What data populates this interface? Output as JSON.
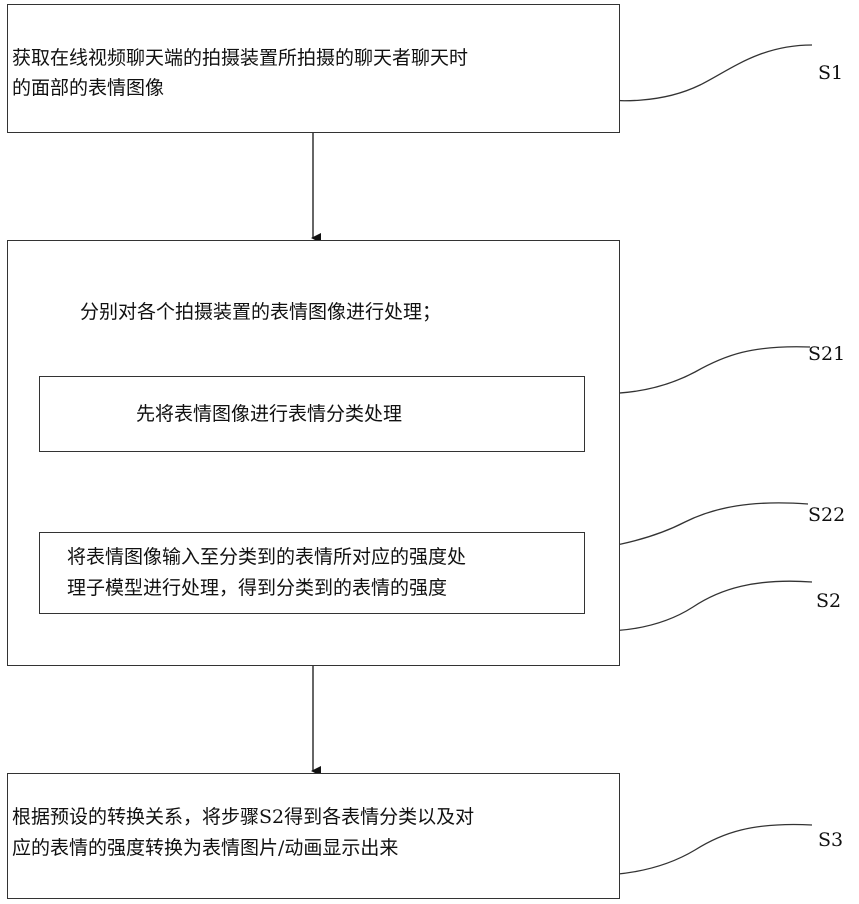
{
  "steps": {
    "s1": {
      "text_line1": "获取在线视频聊天端的拍摄装置所拍摄的聊天者聊天时",
      "text_line2": "的面部的表情图像",
      "label": "S1"
    },
    "s2": {
      "text": "分别对各个拍摄装置的表情图像进行处理；",
      "label": "S2"
    },
    "s21": {
      "text": "先将表情图像进行表情分类处理",
      "label": "S21"
    },
    "s22": {
      "text_line1": "将表情图像输入至分类到的表情所对应的强度处",
      "text_line2": "理子模型进行处理，得到分类到的表情的强度",
      "label": "S22"
    },
    "s3": {
      "text_line1": "根据预设的转换关系，将步骤S2得到各表情分类以及对",
      "text_line2": "应的表情的强度转换为表情图片/动画显示出来",
      "label": "S3"
    }
  }
}
